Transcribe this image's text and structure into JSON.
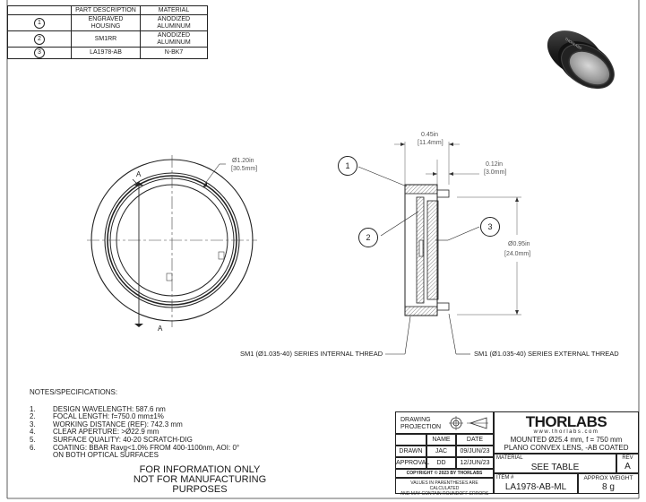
{
  "bom": {
    "headers": [
      "",
      "PART DESCRIPTION",
      "MATERIAL"
    ],
    "rows": [
      {
        "num": "1",
        "desc": [
          "ENGRAVED",
          "HOUSING"
        ],
        "mat": [
          "ANODIZED",
          "ALUMINUM"
        ]
      },
      {
        "num": "2",
        "desc": [
          "SM1RR"
        ],
        "mat": [
          "ANODIZED",
          "ALUMINUM"
        ]
      },
      {
        "num": "3",
        "desc": [
          "LA1978-AB"
        ],
        "mat": [
          "N-BK7"
        ]
      }
    ]
  },
  "front_view": {
    "diameter_label": "Ø1.20in",
    "diameter_mm": "[30.5mm]",
    "section_mark": "A"
  },
  "section_view": {
    "width_label": "0.45in",
    "width_mm": "[11.4mm]",
    "thread_len_label": "0.12in",
    "thread_len_mm": "[3.0mm]",
    "aperture_label": "Ø0.95in",
    "aperture_mm": "[24.0mm]",
    "callouts": [
      "1",
      "2",
      "3"
    ],
    "internal_thread": "SM1 (Ø1.035-40) SERIES INTERNAL THREAD",
    "external_thread": "SM1 (Ø1.035-40) SERIES EXTERNAL THREAD"
  },
  "notes": {
    "heading": "NOTES/SPECIFICATIONS:",
    "items": [
      {
        "n": "1.",
        "text": "DESIGN WAVELENGTH: 587.6 nm"
      },
      {
        "n": "2.",
        "text": "FOCAL LENGTH: f=750.0 mm±1%"
      },
      {
        "n": "3.",
        "text": "WORKING DISTANCE (REF): 742.3 mm"
      },
      {
        "n": "4.",
        "text": "CLEAR APERTURE: >Ø22.9 mm"
      },
      {
        "n": "5.",
        "text": "SURFACE QUALITY: 40-20 SCRATCH-DIG"
      },
      {
        "n": "6.",
        "text": "COATING: BBAR Ravg<1.0% FROM 400-1100nm, AOI: 0°"
      },
      {
        "n": "",
        "text": "ON BOTH OPTICAL SURFACES"
      }
    ]
  },
  "disclaimer": [
    "FOR INFORMATION ONLY",
    "NOT FOR MANUFACTURING PURPOSES"
  ],
  "title_block": {
    "projection_label": [
      "DRAWING",
      "PROJECTION"
    ],
    "name_hdr": "NAME",
    "date_hdr": "DATE",
    "drawn_label": "DRAWN",
    "drawn_name": "JAC",
    "drawn_date": "09/JUN/23",
    "approval_label": "APPROVAL",
    "approval_name": "DD",
    "approval_date": "12/JUN/23",
    "copyright": "COPYRIGHT © 2023 BY THORLABS",
    "values_note": [
      "VALUES IN PARENTHESES ARE CALCULATED",
      "AND MAY CONTAIN ROUNDOFF ERRORS"
    ],
    "logo": "THORLABS",
    "website": "www.thorlabs.com",
    "description": [
      "MOUNTED Ø25.4 mm, f = 750 mm",
      "PLANO CONVEX LENS, -AB COATED"
    ],
    "material_label": "MATERIAL",
    "material_value": "SEE TABLE",
    "rev_label": "REV",
    "rev_value": "A",
    "item_label": "ITEM #",
    "item_value": "LA1978-AB-ML",
    "weight_label": "APPROX WEIGHT",
    "weight_value": "8 g"
  }
}
